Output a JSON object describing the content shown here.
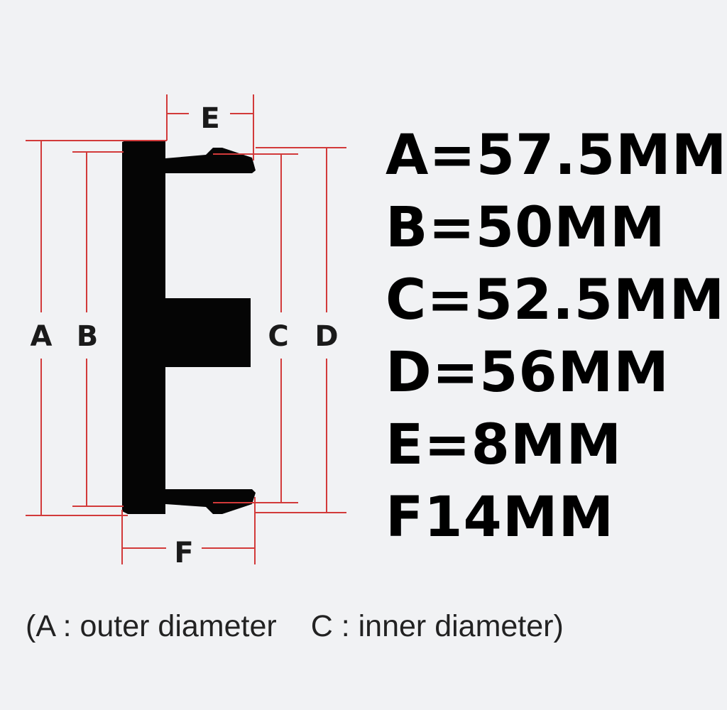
{
  "labels": {
    "a": "A",
    "b": "B",
    "c": "C",
    "d": "D",
    "e": "E",
    "f": "F"
  },
  "specs": [
    "A=57.5MM",
    "B=50MM",
    "C=52.5MM",
    "D=56MM",
    "E=8MM",
    "F14MM"
  ],
  "caption": {
    "outer": "(A : outer diameter",
    "inner": "C : inner diameter)"
  },
  "colors": {
    "dimension_line": "#d23a3a",
    "part": "#050505",
    "background": "#f1f2f4"
  }
}
